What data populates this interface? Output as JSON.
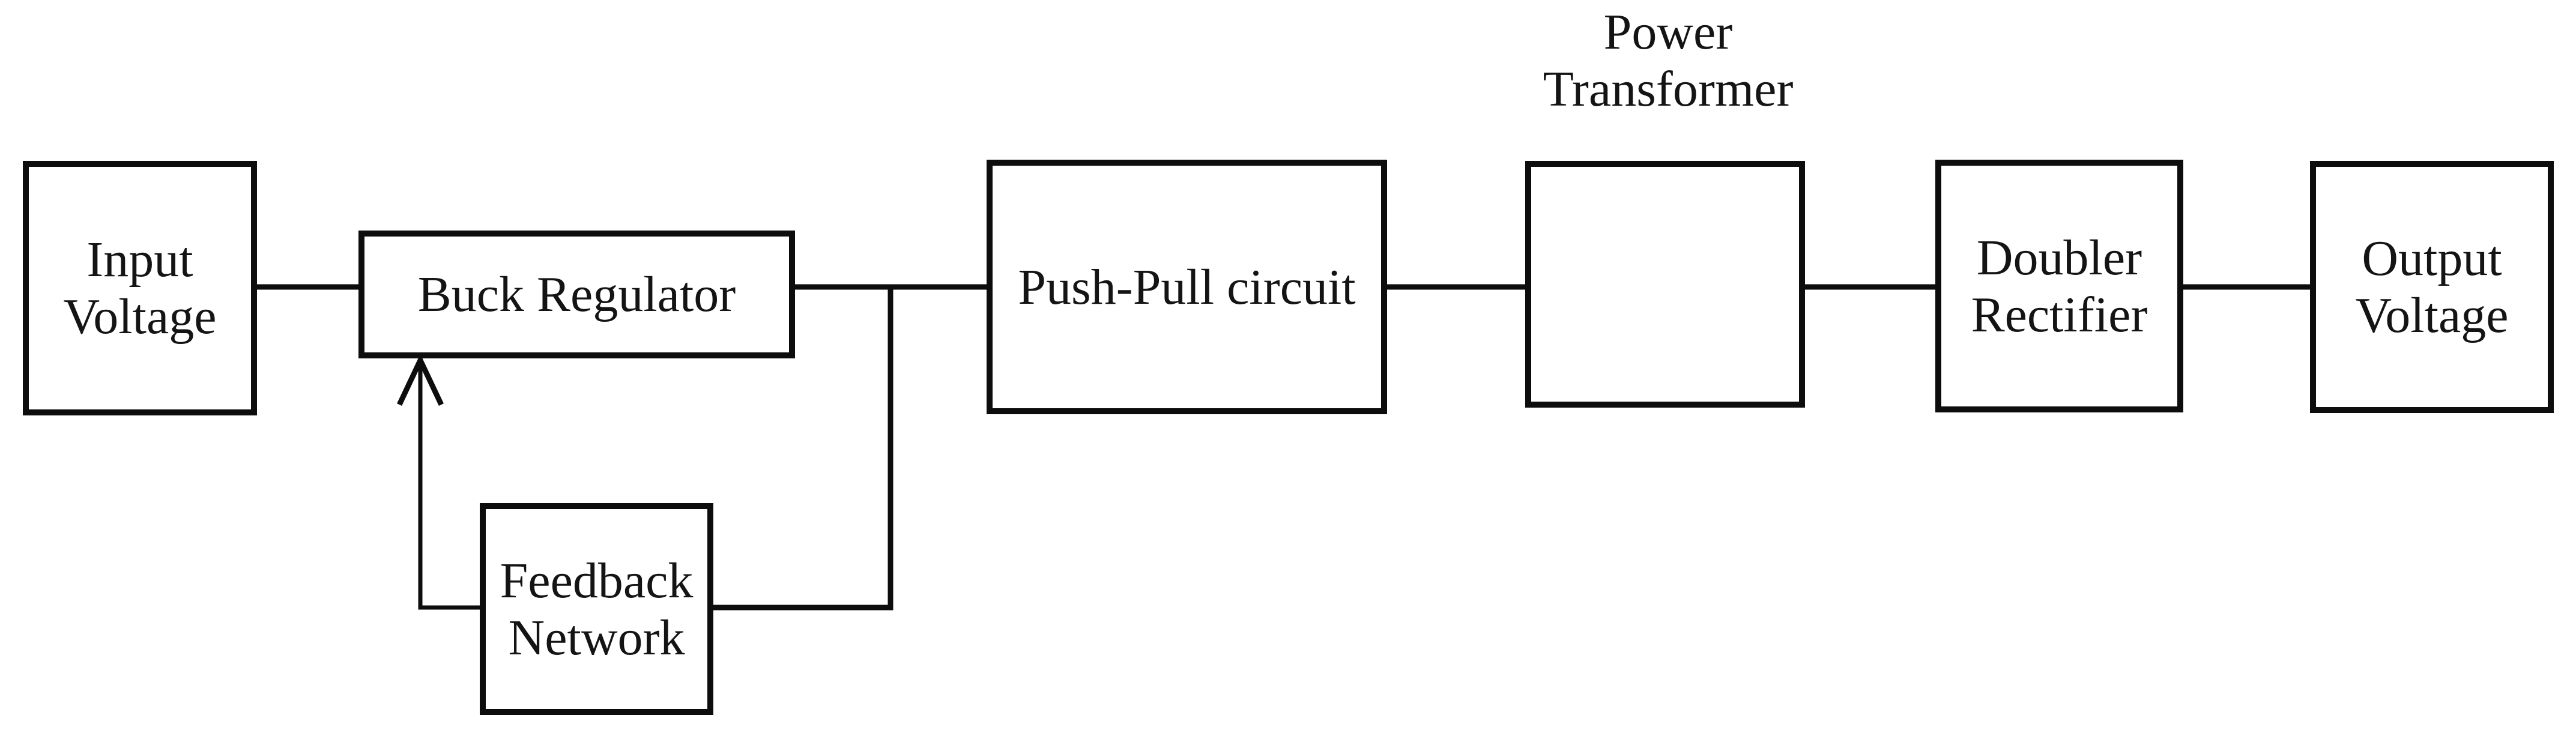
{
  "diagram": {
    "type": "block-diagram",
    "description": "Power supply block diagram",
    "blocks": {
      "input_voltage": {
        "label": "Input\nVoltage"
      },
      "buck_regulator": {
        "label": "Buck Regulator"
      },
      "feedback_network": {
        "label": "Feedback\nNetwork"
      },
      "push_pull": {
        "label": "Push-Pull circuit"
      },
      "doubler_rectifier": {
        "label": "Doubler\nRectifier"
      },
      "output_voltage": {
        "label": "Output\nVoltage"
      }
    },
    "annotations": {
      "power_transformer": {
        "label": "Power\nTransformer"
      }
    },
    "flow": [
      "Input Voltage -> Buck Regulator -> Push-Pull circuit -> Power Transformer -> Doubler Rectifier -> Output Voltage",
      "Buck Regulator output -> Feedback Network -> Buck Regulator (arrow into bottom)"
    ]
  },
  "colors": {
    "line": "#0d0d0d",
    "text": "#141414",
    "winding": "#1a1a1a",
    "dot_marker": "#000000",
    "x_marker": "#1414dc",
    "core": "#1b1b8e",
    "background": "#ffffff"
  }
}
